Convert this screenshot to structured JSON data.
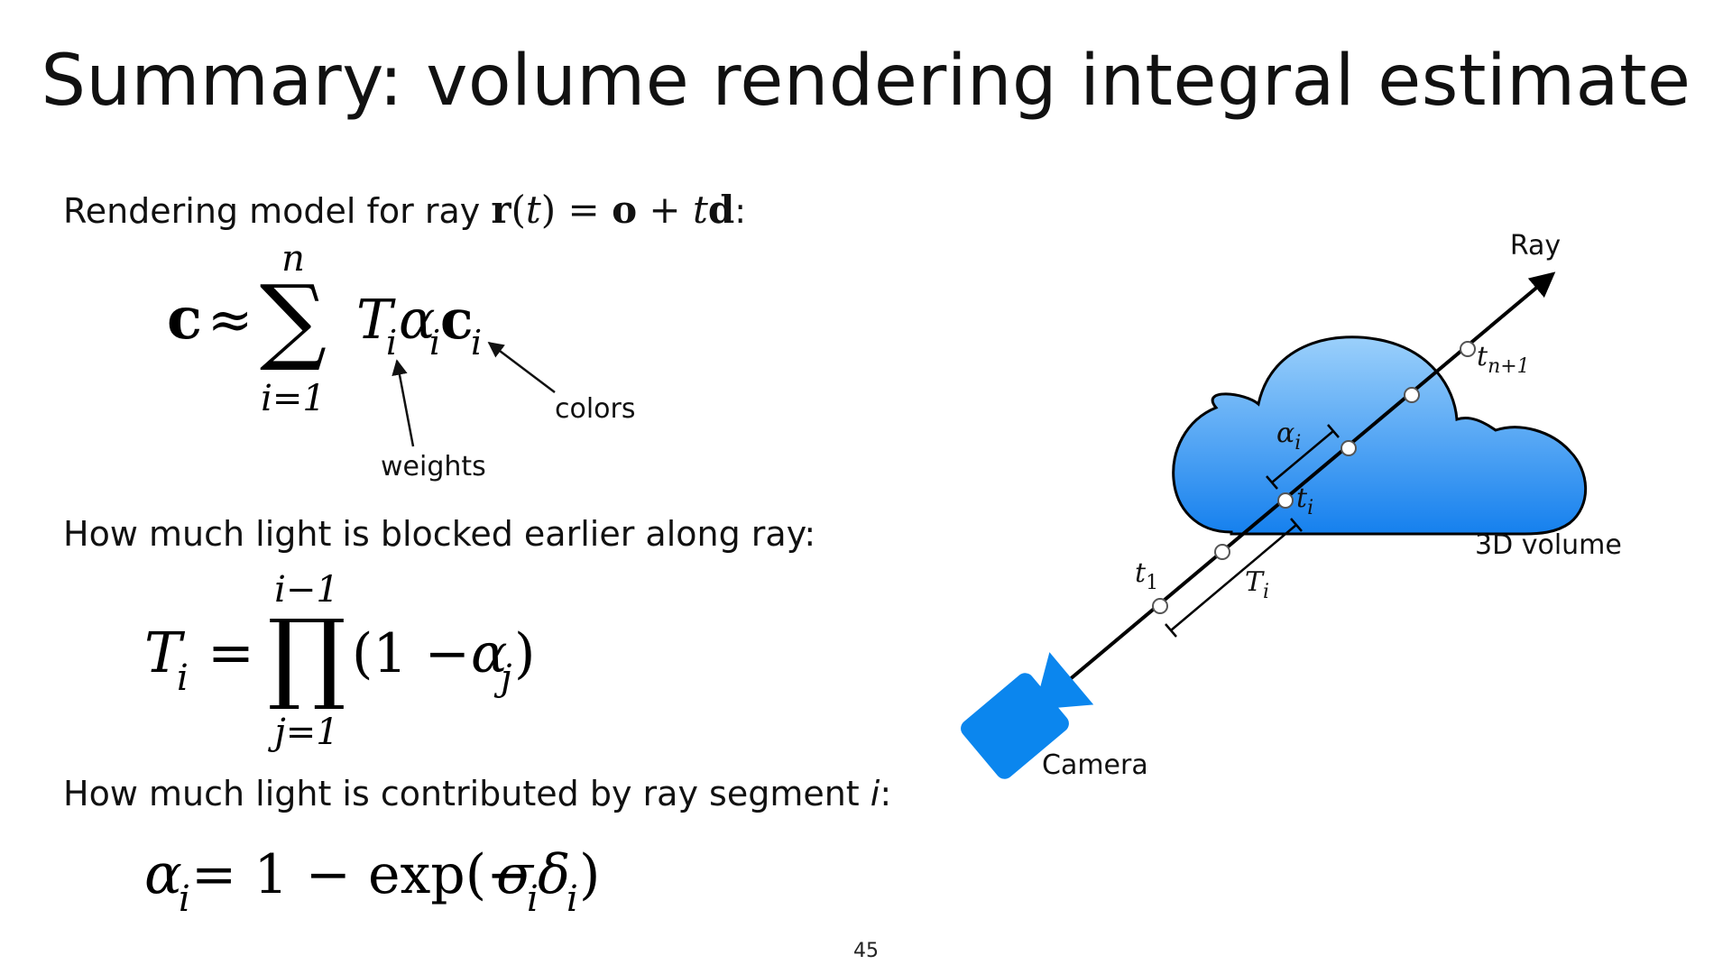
{
  "slide": {
    "title": "Summary: volume rendering integral estimate",
    "page_number": "45"
  },
  "sections": {
    "model": {
      "label_text": "Rendering model for ray ",
      "ray_r": "r",
      "ray_lparen": "(",
      "ray_t": "t",
      "ray_rparen": ")",
      "ray_eq": " = ",
      "ray_o": "o",
      "ray_plus": " + ",
      "ray_t2": "t",
      "ray_d": "d",
      "ray_colon": ":"
    },
    "blocked": {
      "label_text": "How much light is blocked earlier along ray:"
    },
    "contrib": {
      "label_text": "How much light is contributed by ray segment ",
      "label_var": "i",
      "label_colon": ":"
    }
  },
  "equations": {
    "sum": {
      "lhs": "c",
      "approx": "≈",
      "sigma": "∑",
      "upper": "n",
      "lower": "i=1",
      "T": "T",
      "T_sub": "i",
      "alpha": "α",
      "alpha_sub": "i",
      "c": "c",
      "c_sub": "i"
    },
    "product": {
      "T": "T",
      "T_sub": "i",
      "eq": "=",
      "pi": "∏",
      "upper": "i−1",
      "lower": "j=1",
      "open": "(1 − ",
      "alpha": "α",
      "alpha_sub": "j",
      "close": ")"
    },
    "alpha": {
      "alpha": "α",
      "alpha_sub": "i",
      "rest1": " = 1 − exp(−",
      "sigma": "σ",
      "sigma_sub": "i",
      "delta": "δ",
      "delta_sub": "i",
      "close": ")"
    }
  },
  "annotations": {
    "weights": "weights",
    "colors": "colors"
  },
  "diagram": {
    "ray_label": "Ray",
    "camera_label": "Camera",
    "volume_label": "3D volume",
    "t1": {
      "base": "t",
      "sub": "1"
    },
    "ti": {
      "base": "t",
      "sub": "i"
    },
    "tn1": {
      "base": "t",
      "sub": "n+1"
    },
    "alpha_i": {
      "base": "α",
      "sub": "i"
    },
    "T_i": {
      "base": "T",
      "sub": "i"
    },
    "colors": {
      "cloud_top": "#9bd0fb",
      "cloud_bottom": "#1580ee",
      "camera": "#0b86ee",
      "ray": "#000000"
    }
  }
}
